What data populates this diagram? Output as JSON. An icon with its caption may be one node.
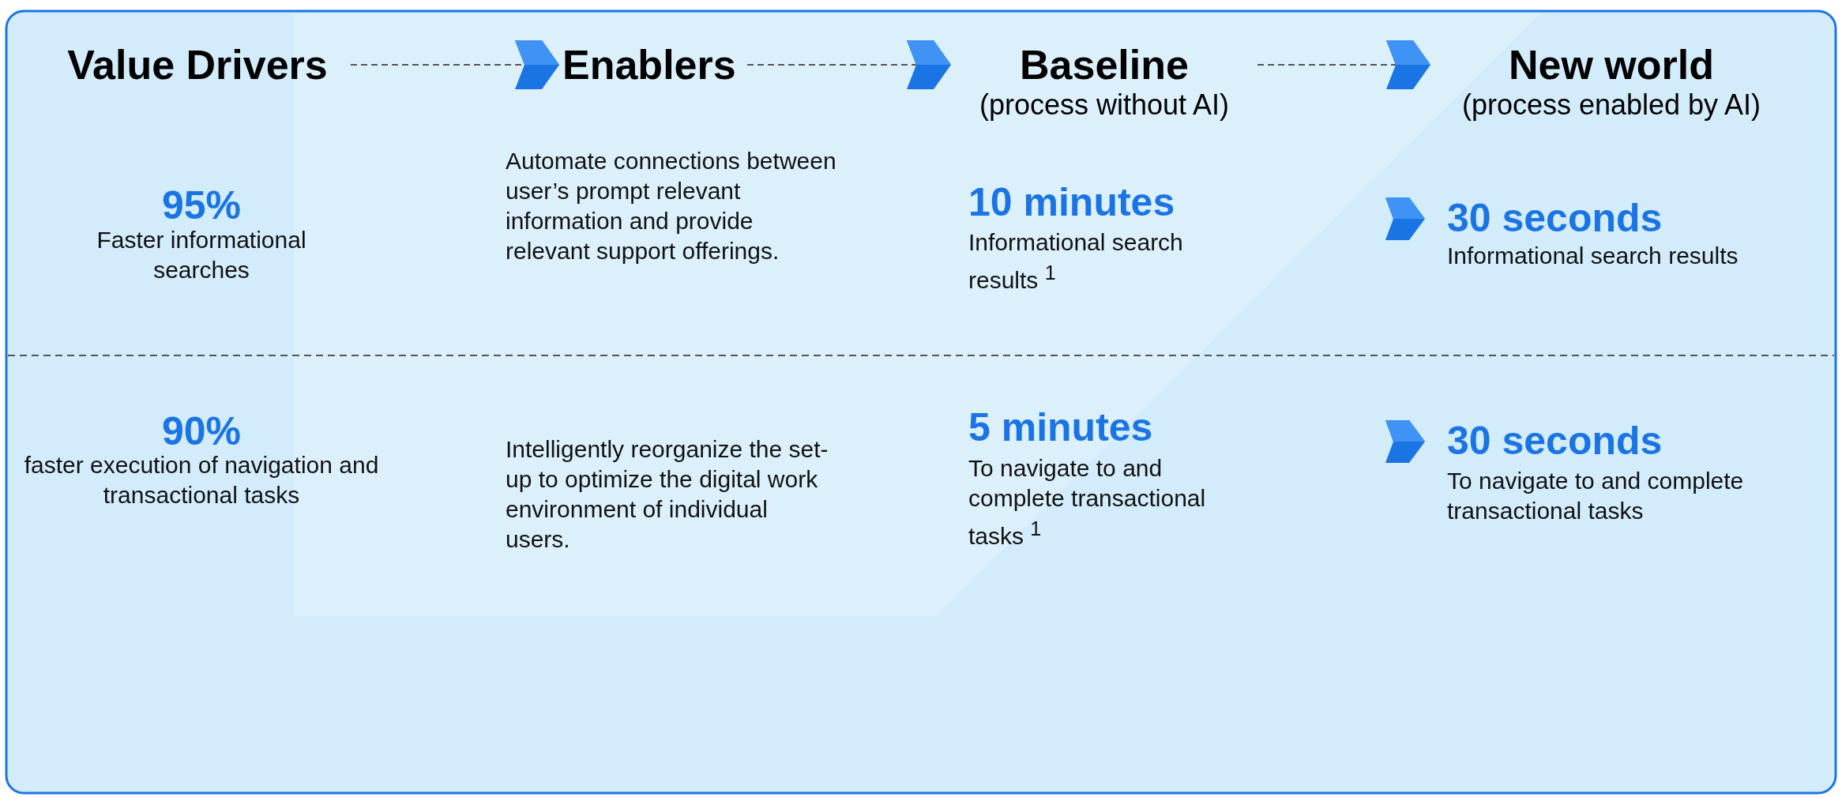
{
  "diagram": {
    "nodes": [
      {
        "text": [
          "Value Drivers"
        ]
      },
      {
        "text": [
          "Enablers"
        ]
      },
      {
        "text": [
          "Baseline",
          "(process without AI)"
        ]
      },
      {
        "text": [
          "New world",
          "(process enabled by AI)"
        ]
      }
    ],
    "edges": [
      {
        "from": 0,
        "to": 1,
        "arrow": "to",
        "style": "dashed"
      },
      {
        "from": 1,
        "to": 2,
        "arrow": "to",
        "style": "dashed"
      },
      {
        "from": 2,
        "to": 3,
        "arrow": "to",
        "style": "dashed"
      }
    ],
    "labels": [
      "95%",
      "Faster informational searches",
      "Automate connections between user’s prompt relevant information and provide relevant support offerings.",
      "10 minutes",
      "Informational search results $^{1}$",
      "30 seconds",
      "Informational search results",
      "90%",
      "faster execution of navigation and transactional tasks",
      "Intelligently reorganize the set-up to optimize the digital work environment of individual users.",
      "5 minutes",
      "To navigate to and complete transactional tasks $^{1}$",
      "30 seconds",
      "To navigate to and complete transactional tasks"
    ]
  }
}
